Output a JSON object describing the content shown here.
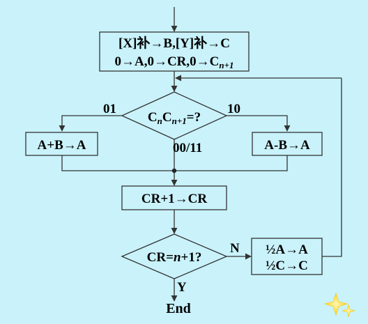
{
  "init_box": {
    "line1": "[X]补→B,[Y]补→C",
    "line2_pre": "0→A,0→CR,0→C",
    "line2_sub": "n+1"
  },
  "decision1": {
    "c": "C",
    "n": "n",
    "c2": "C",
    "sub2": "n+1",
    "tail": "=?"
  },
  "branch_labels": {
    "left": "01",
    "right": "10",
    "down": "00/11"
  },
  "add_box": "A+B→A",
  "sub_box": "A-B→A",
  "cr_box": "CR+1→CR",
  "decision2": {
    "pre": "CR=",
    "var": "n",
    "post": "+1?"
  },
  "no_label": "N",
  "yes_label": "Y",
  "shift_box": {
    "line1": "½A→A",
    "line2": "½C→C"
  },
  "end_label": "End",
  "colors": {
    "background": "#c9f2fb",
    "stroke": "#333333",
    "star": "#ffd21f"
  }
}
